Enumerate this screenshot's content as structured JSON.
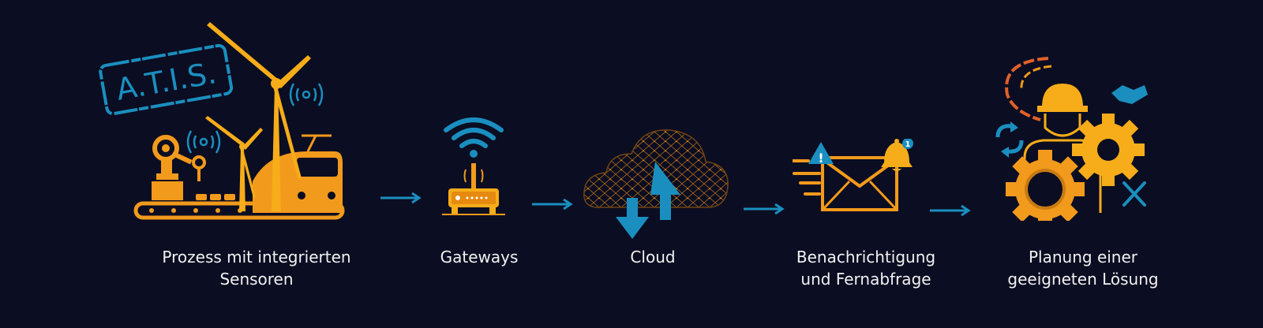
{
  "colors": {
    "background": "#0b0d22",
    "orange": "#f29a1c",
    "amber": "#f7ad19",
    "blue": "#1a8fbf",
    "text": "#f2f2f2"
  },
  "logo": {
    "text": "A.T.I.S."
  },
  "steps": [
    {
      "id": "sensors",
      "line1": "Prozess mit integrierten",
      "line2": "Sensoren",
      "icon": "factory-wind-train-icon"
    },
    {
      "id": "gateways",
      "line1": "Gateways",
      "line2": "",
      "icon": "router-wifi-icon"
    },
    {
      "id": "cloud",
      "line1": "Cloud",
      "line2": "",
      "icon": "cloud-network-icon"
    },
    {
      "id": "notification",
      "line1": "Benachrichtigung",
      "line2": "und Fernabfrage",
      "icon": "mail-alert-bell-icon"
    },
    {
      "id": "planning",
      "line1": "Planung einer",
      "line2": "geeigneten Lösung",
      "icon": "engineer-gears-icon"
    }
  ],
  "notification_badge": "1",
  "alert_symbol": "!"
}
